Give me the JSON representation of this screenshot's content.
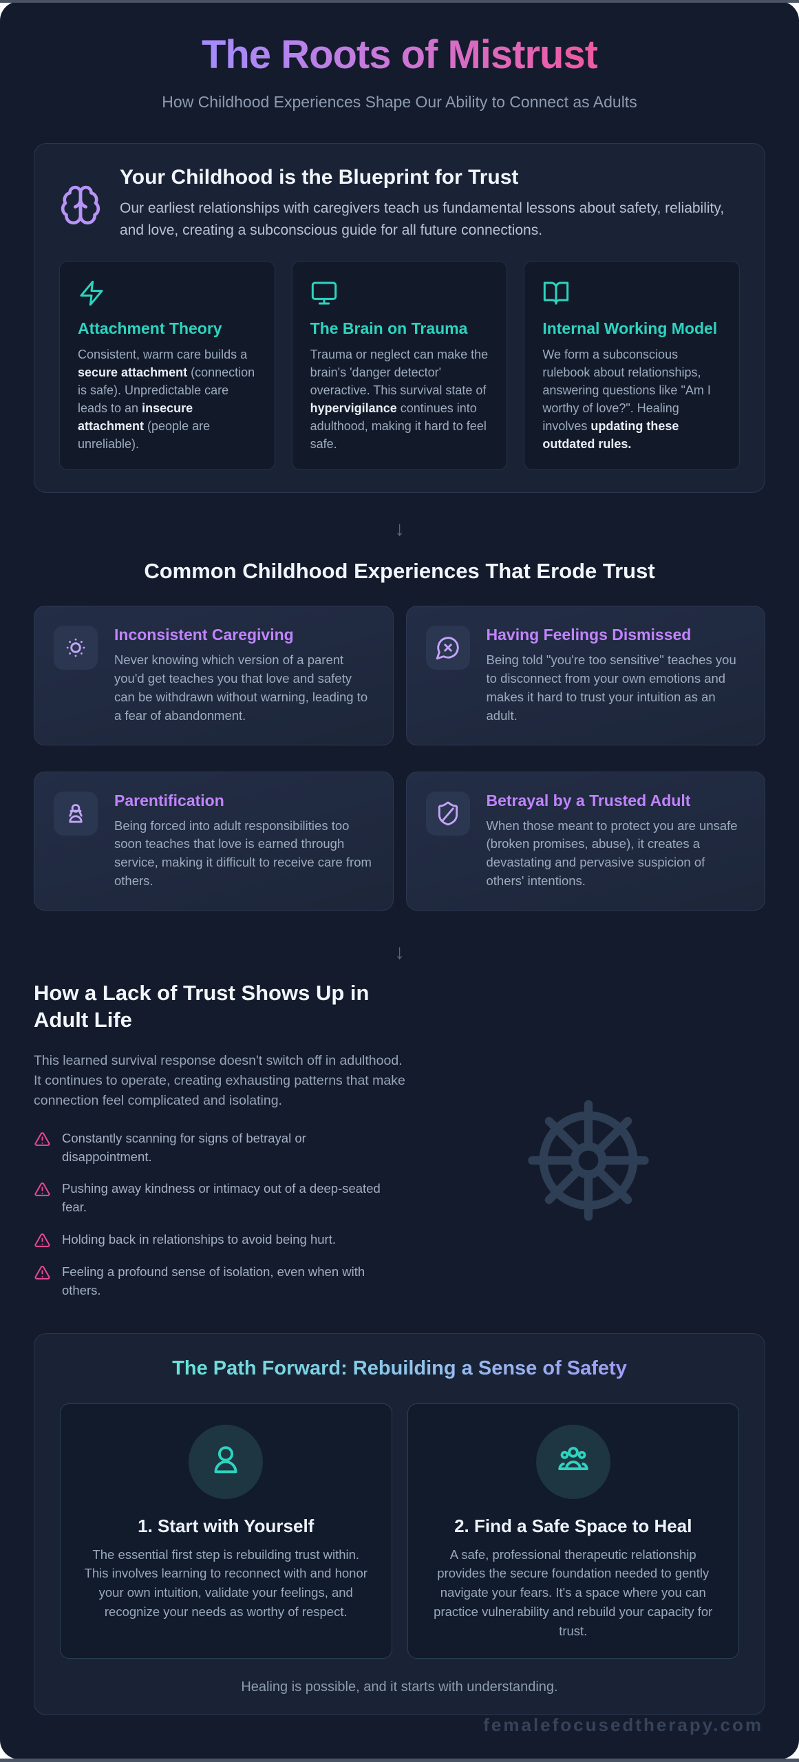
{
  "header": {
    "title": "The Roots of Mistrust",
    "subtitle": "How Childhood Experiences Shape Our Ability to Connect as Adults"
  },
  "misc": {
    "arrow": "↓"
  },
  "colors": {
    "background": "#141b2d",
    "accent_teal": "#2dd4bf",
    "accent_purple": "#c084fc",
    "accent_pink": "#ec4899",
    "title_gradient": [
      "#a78bfa",
      "#ee5ba4"
    ],
    "path_heading_gradient": [
      "#5eead4",
      "#a78bfa"
    ]
  },
  "blueprint": {
    "icon": "brain-icon",
    "title": "Your Childhood is the Blueprint for Trust",
    "description": "Our earliest relationships with caregivers teach us fundamental lessons about safety, reliability, and love, creating a subconscious guide for all future connections.",
    "cards": [
      {
        "icon": "lightning-icon",
        "title": "Attachment Theory",
        "body": [
          {
            "t": "Consistent, warm care builds a ",
            "b": false
          },
          {
            "t": "secure attachment",
            "b": true
          },
          {
            "t": " (connection is safe). Unpredictable care leads to an ",
            "b": false
          },
          {
            "t": "insecure attachment",
            "b": true
          },
          {
            "t": " (people are unreliable).",
            "b": false
          }
        ]
      },
      {
        "icon": "monitor-icon",
        "title": "The Brain on Trauma",
        "body": [
          {
            "t": "Trauma or neglect can make the brain's 'danger detector' overactive. This survival state of ",
            "b": false
          },
          {
            "t": "hypervigilance",
            "b": true
          },
          {
            "t": " continues into adulthood, making it hard to feel safe.",
            "b": false
          }
        ]
      },
      {
        "icon": "book-open-icon",
        "title": "Internal Working Model",
        "body": [
          {
            "t": "We form a subconscious rulebook about relationships, answering questions like \"Am I worthy of love?\". Healing involves ",
            "b": false
          },
          {
            "t": "updating these outdated rules.",
            "b": true
          }
        ]
      }
    ]
  },
  "experiences": {
    "heading": "Common Childhood Experiences That Erode Trust",
    "cards": [
      {
        "icon": "sun-dim-icon",
        "title": "Inconsistent Caregiving",
        "body": "Never knowing which version of a parent you'd get teaches you that love and safety can be withdrawn without warning, leading to a fear of abandonment."
      },
      {
        "icon": "message-x-icon",
        "title": "Having Feelings Dismissed",
        "body": "Being told \"you're too sensitive\" teaches you to disconnect from your own emotions and makes it hard to trust your intuition as an adult."
      },
      {
        "icon": "caretaker-icon",
        "title": "Parentification",
        "body": "Being forced into adult responsibilities too soon teaches that love is earned through service, making it difficult to receive care from others."
      },
      {
        "icon": "shield-slash-icon",
        "title": "Betrayal by a Trusted Adult",
        "body": "When those meant to protect you are unsafe (broken promises, abuse), it creates a devastating and pervasive suspicion of others' intentions."
      }
    ]
  },
  "adult_life": {
    "heading": "How a Lack of Trust Shows Up in Adult Life",
    "description": "This learned survival response doesn't switch off in adulthood. It continues to operate, creating exhausting patterns that make connection feel complicated and isolating.",
    "watermark_icon": "ship-wheel-icon",
    "items": [
      {
        "icon": "alert-triangle-icon",
        "text": "Constantly scanning for signs of betrayal or disappointment."
      },
      {
        "icon": "alert-triangle-icon",
        "text": "Pushing away kindness or intimacy out of a deep-seated fear."
      },
      {
        "icon": "alert-triangle-icon",
        "text": "Holding back in relationships to avoid being hurt."
      },
      {
        "icon": "alert-triangle-icon",
        "text": "Feeling a profound sense of isolation, even when with others."
      }
    ]
  },
  "path_forward": {
    "heading": "The Path Forward: Rebuilding a Sense of Safety",
    "steps": [
      {
        "icon": "person-icon",
        "title": "1. Start with Yourself",
        "body": "The essential first step is rebuilding trust within. This involves learning to reconnect with and honor your own intuition, validate your feelings, and recognize your needs as worthy of respect."
      },
      {
        "icon": "people-icon",
        "title": "2. Find a Safe Space to Heal",
        "body": "A safe, professional therapeutic relationship provides the secure foundation needed to gently navigate your fears. It's a space where you can practice vulnerability and rebuild your capacity for trust."
      }
    ],
    "closing": "Healing is possible, and it starts with understanding."
  },
  "footer": {
    "watermark": "femalefocusedtherapy.com"
  }
}
